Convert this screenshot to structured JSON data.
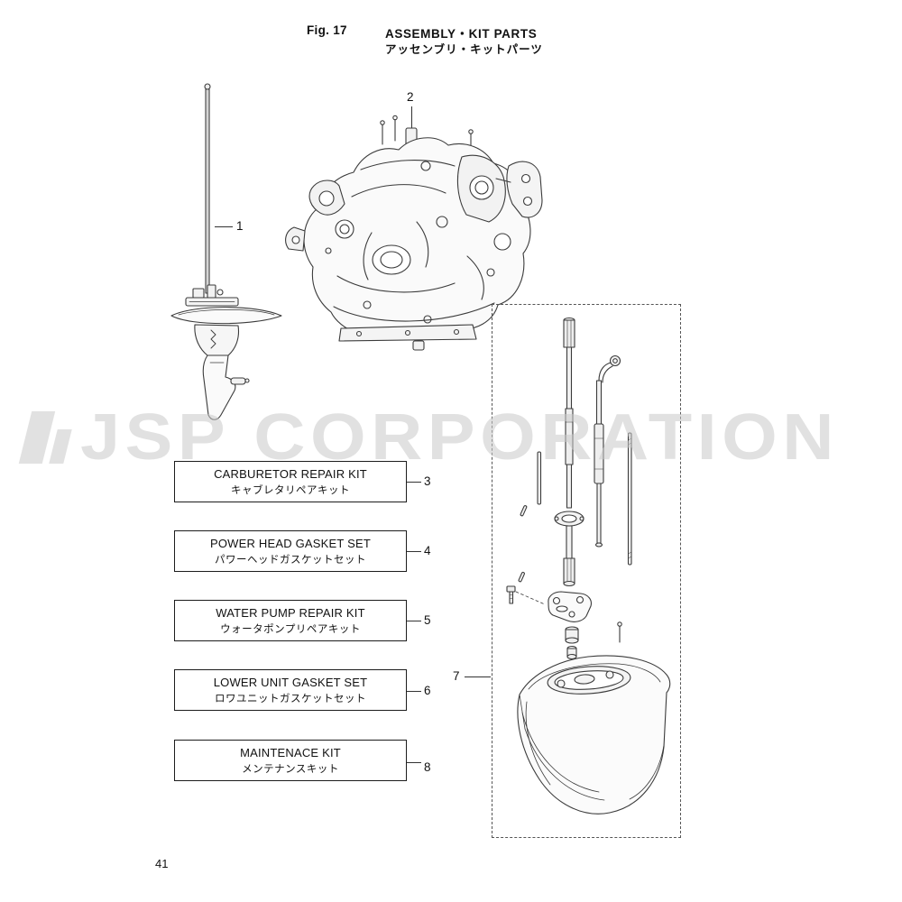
{
  "figure": {
    "fig_label": "Fig. 17",
    "title_en": "ASSEMBLY・KIT PARTS",
    "title_jp": "アッセンブリ・キットパーツ",
    "page_number": "41"
  },
  "watermark": {
    "text": "JSP CORPORATION"
  },
  "callouts": {
    "drive_shaft": "1",
    "power_head": "2",
    "lower_unit_group": "7"
  },
  "kit_boxes": [
    {
      "number": "3",
      "label_en": "CARBURETOR REPAIR KIT",
      "label_jp": "キャブレタリペアキット"
    },
    {
      "number": "4",
      "label_en": "POWER HEAD GASKET SET",
      "label_jp": "パワーヘッドガスケットセット"
    },
    {
      "number": "5",
      "label_en": "WATER PUMP REPAIR KIT",
      "label_jp": "ウォータポンプリペアキット"
    },
    {
      "number": "6",
      "label_en": "LOWER UNIT GASKET SET",
      "label_jp": "ロワユニットガスケットセット"
    },
    {
      "number": "8",
      "label_en": "MAINTENACE KIT",
      "label_jp": "メンテナンスキット"
    }
  ]
}
